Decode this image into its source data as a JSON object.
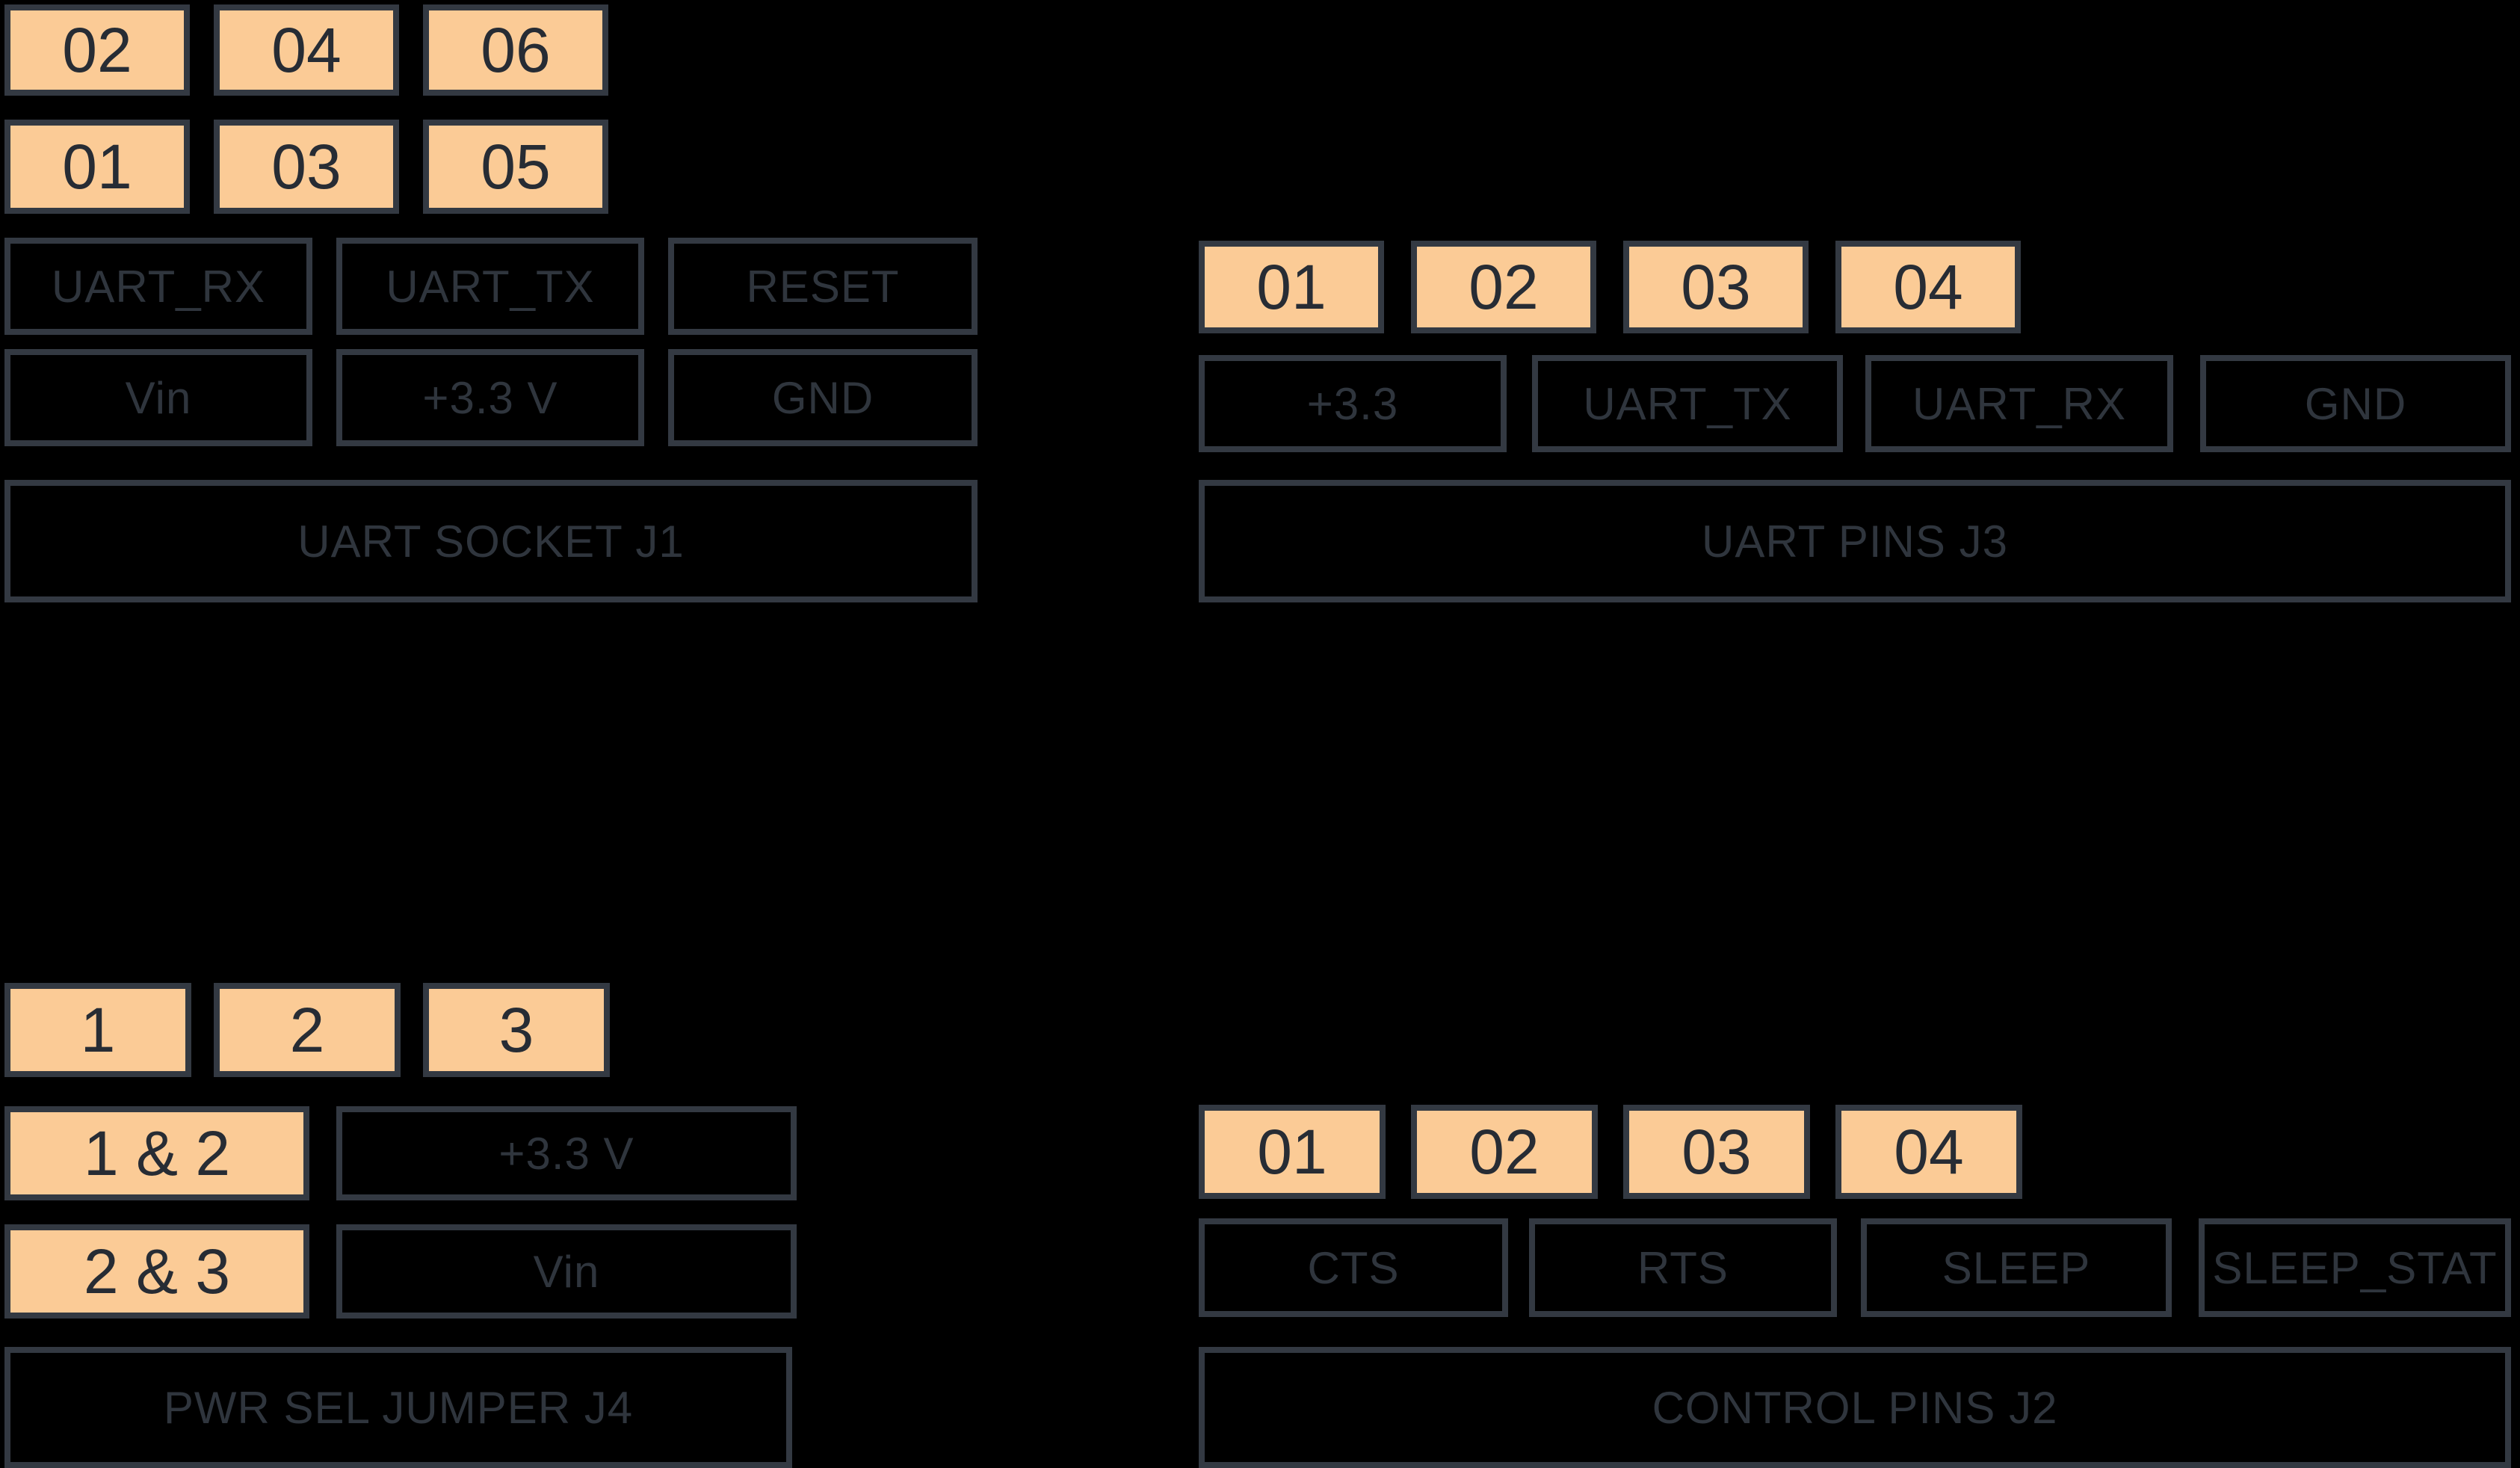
{
  "colors": {
    "background": "#000000",
    "pin_fill": "#FBCB96",
    "border": "#333942",
    "pin_text": "#272C34",
    "label_text": "#2F353D"
  },
  "j1": {
    "title": "UART SOCKET J1",
    "pins_top": [
      "02",
      "04",
      "06"
    ],
    "pins_bottom": [
      "01",
      "03",
      "05"
    ],
    "signal_row": [
      "UART_RX",
      "UART_TX",
      "RESET"
    ],
    "power_row": [
      "Vin",
      "+3.3 V",
      "GND"
    ]
  },
  "j3": {
    "title": "UART PINS J3",
    "pins": [
      "01",
      "02",
      "03",
      "04"
    ],
    "labels": [
      "+3.3",
      "UART_TX",
      "UART_RX",
      "GND"
    ]
  },
  "j4": {
    "title": "PWR SEL JUMPER J4",
    "pins": [
      "1",
      "2",
      "3"
    ],
    "options": [
      {
        "jumper": "1 & 2",
        "value": "+3.3 V"
      },
      {
        "jumper": "2 & 3",
        "value": "Vin"
      }
    ]
  },
  "j2": {
    "title": "CONTROL PINS J2",
    "pins": [
      "01",
      "02",
      "03",
      "04"
    ],
    "labels": [
      "CTS",
      "RTS",
      "SLEEP",
      "SLEEP_STAT"
    ]
  }
}
